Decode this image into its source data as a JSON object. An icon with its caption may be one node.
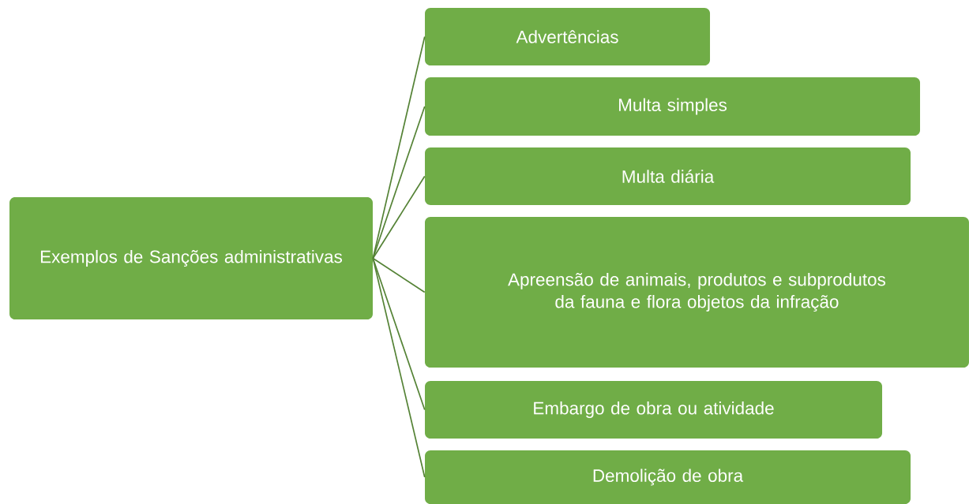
{
  "diagram": {
    "nodes": [
      {
        "text": [
          "Exemplos de Sanções administrativas"
        ]
      },
      {
        "text": [
          "Advertências"
        ]
      },
      {
        "text": [
          "Multa simples"
        ]
      },
      {
        "text": [
          "Multa diária"
        ]
      },
      {
        "text": [
          "Apreensão de animais, produtos e subprodutos da fauna e flora objetos da infração"
        ]
      },
      {
        "text": [
          "Embargo de obra ou atividade"
        ]
      },
      {
        "text": [
          "Demolição de obra"
        ]
      }
    ],
    "edges": [
      {
        "from": 0,
        "to": 1,
        "arrow": "none"
      },
      {
        "from": 0,
        "to": 2,
        "arrow": "none"
      },
      {
        "from": 0,
        "to": 3,
        "arrow": "none"
      },
      {
        "from": 0,
        "to": 4,
        "arrow": "none"
      },
      {
        "from": 0,
        "to": 5,
        "arrow": "none"
      },
      {
        "from": 0,
        "to": 6,
        "arrow": "none"
      }
    ]
  }
}
